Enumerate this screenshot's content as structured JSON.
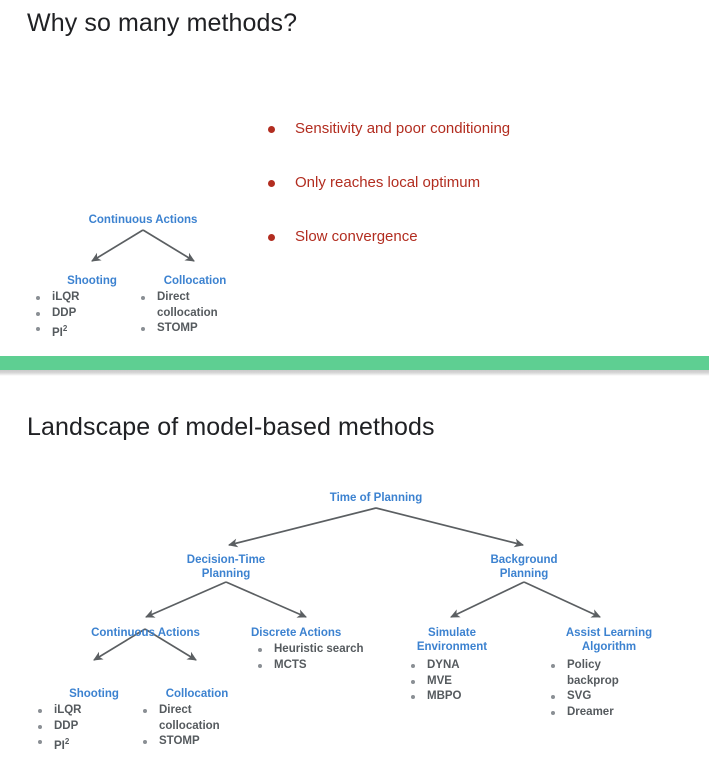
{
  "colors": {
    "title": "#202124",
    "node_blue": "#3c82d0",
    "bullet_red": "#b22d20",
    "leaf_gray": "#555a5e",
    "leaf_dot_gray": "#8a8f94",
    "arrow_gray": "#5b5f62",
    "divider_green": "#5ecf92",
    "background": "#ffffff"
  },
  "slide_top": {
    "title": "Why so many methods?",
    "bullets": [
      "Sensitivity and poor conditioning",
      "Only reaches local optimum",
      "Slow convergence"
    ],
    "tree": {
      "root": "Continuous Actions",
      "children": [
        {
          "label": "Shooting",
          "items": [
            {
              "bullet": true,
              "text": "iLQR"
            },
            {
              "bullet": true,
              "text": "DDP"
            },
            {
              "bullet": true,
              "text": "PI",
              "sup": "2"
            }
          ]
        },
        {
          "label": "Collocation",
          "items": [
            {
              "bullet": true,
              "text": "Direct"
            },
            {
              "bullet": false,
              "text": "collocation"
            },
            {
              "bullet": true,
              "text": "STOMP"
            }
          ]
        }
      ]
    }
  },
  "slide_bottom": {
    "title": "Landscape of model-based methods",
    "tree": {
      "root": "Time of Planning",
      "level2_left": "Decision-Time\nPlanning",
      "level2_right": "Background\nPlanning",
      "level3": [
        {
          "label": "Continuous Actions",
          "items": []
        },
        {
          "label": "Discrete Actions",
          "items": [
            {
              "bullet": true,
              "text": "Heuristic search"
            },
            {
              "bullet": true,
              "text": "MCTS"
            }
          ]
        },
        {
          "label": "Simulate\nEnvironment",
          "items": [
            {
              "bullet": true,
              "text": "DYNA"
            },
            {
              "bullet": true,
              "text": "MVE"
            },
            {
              "bullet": true,
              "text": "MBPO"
            }
          ]
        },
        {
          "label": "Assist Learning\nAlgorithm",
          "items": [
            {
              "bullet": true,
              "text": "Policy"
            },
            {
              "bullet": false,
              "text": "backprop"
            },
            {
              "bullet": true,
              "text": "SVG"
            },
            {
              "bullet": true,
              "text": "Dreamer"
            }
          ]
        }
      ],
      "level4": [
        {
          "label": "Shooting",
          "items": [
            {
              "bullet": true,
              "text": "iLQR"
            },
            {
              "bullet": true,
              "text": "DDP"
            },
            {
              "bullet": true,
              "text": "PI",
              "sup": "2"
            }
          ]
        },
        {
          "label": "Collocation",
          "items": [
            {
              "bullet": true,
              "text": "Direct"
            },
            {
              "bullet": false,
              "text": "collocation"
            },
            {
              "bullet": true,
              "text": "STOMP"
            }
          ]
        }
      ]
    }
  }
}
